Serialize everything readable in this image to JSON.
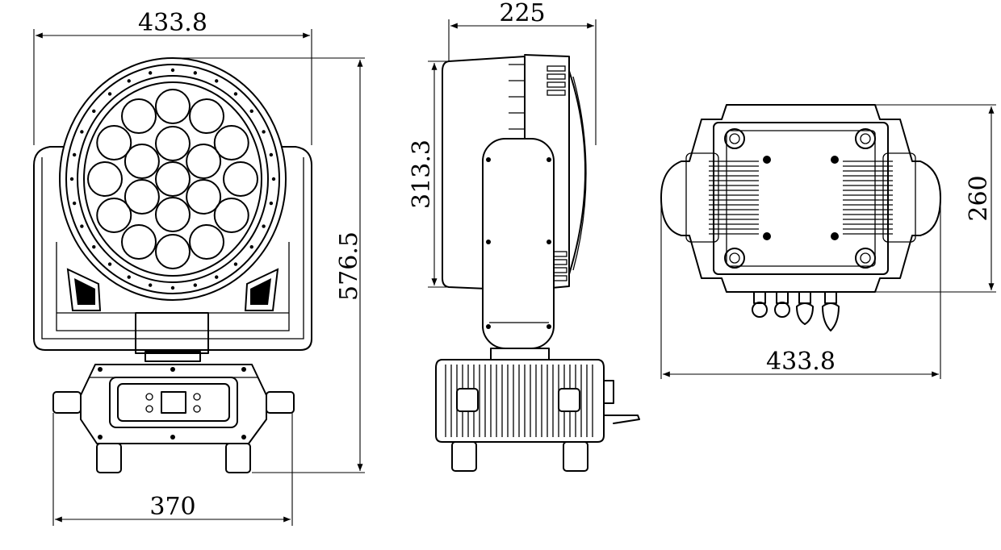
{
  "dimensions": {
    "front_width": "433.8",
    "front_height": "576.5",
    "base_width": "370",
    "side_depth": "225",
    "side_lens_height": "313.3",
    "top_width": "433.8",
    "top_depth": "260"
  },
  "colors": {
    "line": "#000000",
    "background": "#ffffff"
  }
}
